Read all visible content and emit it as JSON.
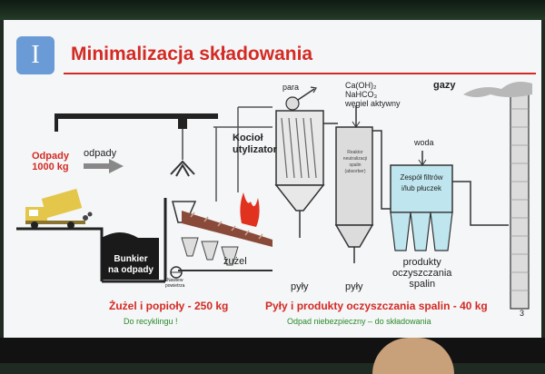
{
  "slide": {
    "badge": "I",
    "title": "Minimalizacja składowania",
    "page_number": "3"
  },
  "labels": {
    "waste_amount_line1": "Odpady",
    "waste_amount_line2": "1000 kg",
    "waste_arrow": "odpady",
    "bunker_line1": "Bunkier",
    "bunker_line2": "na odpady",
    "air_line1": "Nawiew",
    "air_line2": "powietrza",
    "boiler_line1": "Kocioł",
    "boiler_line2": "utylizator",
    "steam": "para",
    "chem_line1": "Ca(OH)₂",
    "chem_line2": "NaHCO₃",
    "chem_line3": "węgiel aktywny",
    "gases": "gazy",
    "reactor_line1": "Reaktor",
    "reactor_line2": "neutralizacji",
    "reactor_line3": "spalin",
    "reactor_line4": "(absorber)",
    "water": "woda",
    "filters_line1": "Zespół filtrów",
    "filters_line2": "i/lub płuczek",
    "slag": "żużel",
    "dust1": "pyły",
    "dust2": "pyły",
    "products_line1": "produkty",
    "products_line2": "oczyszczania",
    "products_line3": "spalin",
    "summary_left": "Żużel i popioły - 250 kg",
    "summary_left_note": "Do recyklingu !",
    "summary_right": "Pyły i produkty oczyszczania spalin - 40 kg",
    "summary_right_note": "Odpad niebezpieczny – do składowania"
  },
  "colors": {
    "accent_red": "#d42a24",
    "accent_green": "#2a8a2a",
    "badge_blue": "#6b9bd6",
    "filter_blue": "#bfe6ef"
  }
}
